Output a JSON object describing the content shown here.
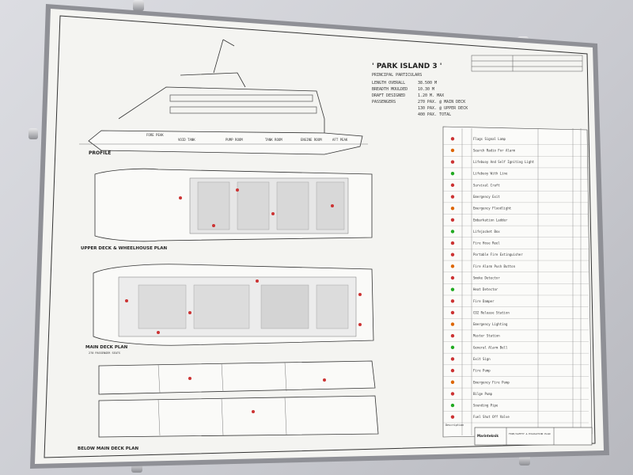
{
  "drawing": {
    "ship_title": "' PARK ISLAND 3 '",
    "particulars_heading": "PRINCIPAL PARTICULARS",
    "particulars": [
      {
        "label": "LENGTH OVERALL",
        "value": "38.500 M"
      },
      {
        "label": "BREADTH MOULDED",
        "value": "10.30 M"
      },
      {
        "label": "DRAFT DESIGNED",
        "value": "1.20 M. MAX"
      },
      {
        "label": "PASSENGERS",
        "value": "270 PAX. @ MAIN DECK"
      },
      {
        "label": "",
        "value": "130 PAX. @ UPPER DECK"
      },
      {
        "label": "",
        "value": "400 PAX. TOTAL"
      }
    ],
    "views": {
      "profile": "PROFILE",
      "upper_deck": "UPPER DECK & WHEELHOUSE PLAN",
      "main_deck": "MAIN DECK PLAN",
      "main_deck_sub": "270 PASSENGER SEATS",
      "below_main": "BELOW MAIN DECK PLAN"
    },
    "tank_labels": [
      "FORE PEAK",
      "VOID TANK",
      "PUMP ROOM",
      "TANK ROOM",
      "ENGINE ROOM",
      "AFT PEAK"
    ],
    "legend_rows": [
      "Flags Signal Lamp",
      "Search Radio For Alarm",
      "Lifebuoy And Self Igniting Light",
      "Lifebuoy With Line",
      "Survival Craft",
      "Emergency Exit",
      "Emergency Floodlight",
      "Embarkation Ladder",
      "Lifejacket Box",
      "Fire Hose Reel",
      "Portable Fire Extinguisher",
      "Fire Alarm Push Button",
      "Smoke Detector",
      "Heat Detector",
      "Fire Damper",
      "CO2 Release Station",
      "Emergency Lighting",
      "Muster Station",
      "General Alarm Bell",
      "Exit Sign",
      "Fire Pump",
      "Emergency Fire Pump",
      "Bilge Pump",
      "Sounding Pipe",
      "Fuel Shut Off Valve"
    ],
    "title_block": {
      "company": "Marinteknik",
      "title": "FIRE/SAFETY & EVACUATION PLAN",
      "description_label": "Description"
    }
  }
}
